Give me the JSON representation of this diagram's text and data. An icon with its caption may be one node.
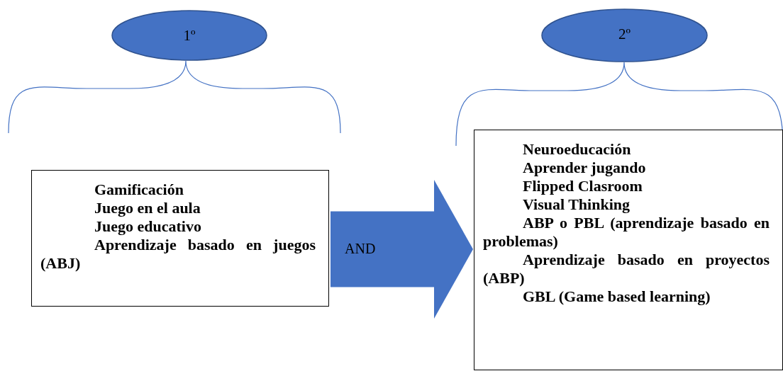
{
  "diagram": {
    "nodes": [
      {
        "text": [
          "1º"
        ]
      },
      {
        "text": [
          "2º"
        ]
      },
      {
        "text": [
          "Gamificación",
          "Juego en el aula",
          "Juego educativo",
          "Aprendizaje basado en juegos (ABJ)"
        ]
      },
      {
        "text": [
          "Neuroeducación",
          "Aprender jugando",
          "Flipped Clasroom",
          "Visual Thinking",
          "ABP o PBL (aprendizaje basado en problemas)",
          "Aprendizaje basado en proyectos (ABP)",
          "GBL (Game based learning)"
        ]
      }
    ],
    "edges": [
      {
        "from": 2,
        "to": 3,
        "arrow": "to",
        "label": "AND"
      }
    ]
  }
}
